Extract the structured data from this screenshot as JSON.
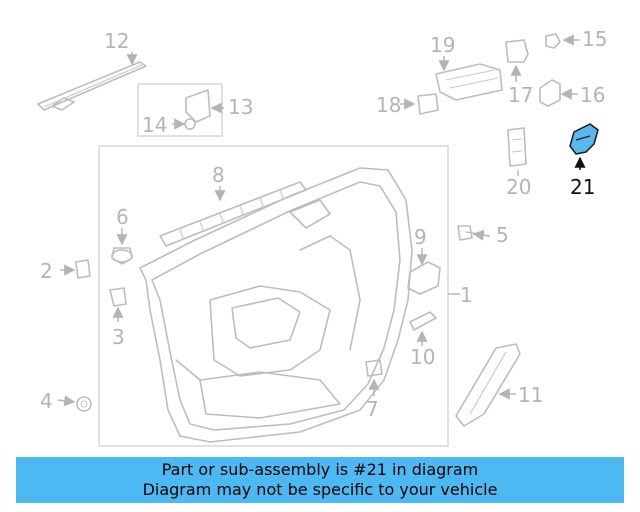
{
  "callouts": [
    "1",
    "2",
    "3",
    "4",
    "5",
    "6",
    "7",
    "8",
    "9",
    "10",
    "11",
    "12",
    "13",
    "14",
    "15",
    "16",
    "17",
    "18",
    "19",
    "20",
    "21"
  ],
  "highlighted_part": "21",
  "colors": {
    "highlight_fill": "#5bb8ef",
    "banner_background": "#4db9f2",
    "line_art": "#b4b4b4",
    "highlight_text": "#111111"
  },
  "banner": {
    "line1": "Part or sub-assembly is #21 in diagram",
    "line2": "Diagram may not be specific to your vehicle"
  }
}
